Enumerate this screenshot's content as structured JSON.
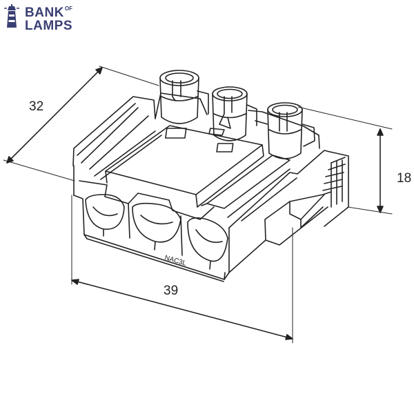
{
  "logo": {
    "line1": "BANK",
    "line1_sup": "OF",
    "line2": "LAMPS",
    "icon": "lighthouse-icon",
    "color": "#3a3f73"
  },
  "dimensions": {
    "depth": "32",
    "width": "39",
    "height": "18"
  },
  "part_marking": "NAC3L"
}
